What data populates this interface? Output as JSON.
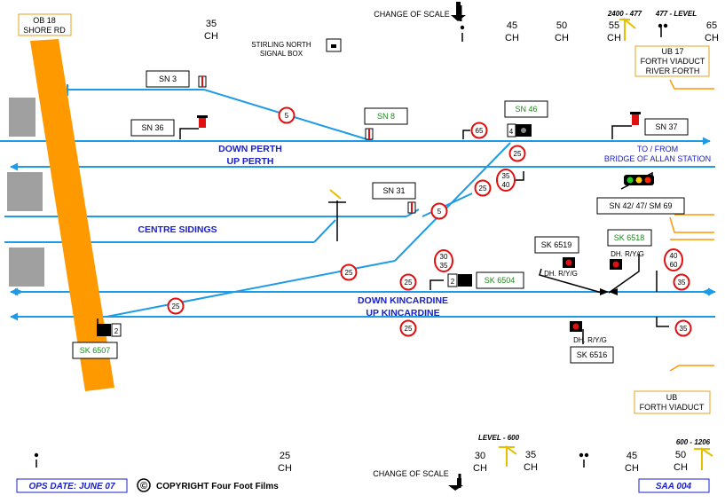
{
  "labels": {
    "ob18_l1": "OB 18",
    "ob18_l2": "SHORE RD",
    "change_scale_top": "CHANGE OF SCALE",
    "change_scale_bottom": "CHANGE OF SCALE",
    "box_l1": "STIRLING NORTH",
    "box_l2": "SIGNAL BOX",
    "level_top_a": "2400 - 477",
    "level_top_b": "477 - LEVEL",
    "ub17_l1": "UB 17",
    "ub17_l2": "FORTH VIADUCT",
    "ub17_l3": "RIVER FORTH",
    "ub_l1": "UB",
    "ub_l2": "FORTH VIADUCT",
    "level_bot_a": "LEVEL - 600",
    "level_bot_b": "600 - 1206",
    "ops_date": "OPS DATE: JUNE 07",
    "copyright_symbol": "©",
    "copyright": "COPYRIGHT Four Foot Films",
    "ref": "SAA 004"
  },
  "chainage": {
    "ch": "CH",
    "t35": "35",
    "t45": "45",
    "t50": "50",
    "t55": "55",
    "t65": "65",
    "b25": "25",
    "b30": "30",
    "b35": "35",
    "b45": "45",
    "b50": "50"
  },
  "lines": {
    "down_perth": "DOWN PERTH",
    "up_perth": "UP PERTH",
    "to_from_l1": "TO / FROM",
    "to_from_l2": "BRIDGE OF ALLAN STATION",
    "centre_sidings": "CENTRE SIDINGS",
    "down_kincardine": "DOWN KINCARDINE",
    "up_kincardine": "UP KINCARDINE"
  },
  "signals": {
    "sn3": "SN 3",
    "sn36": "SN 36",
    "sn8": "SN 8",
    "sn46": "SN 46",
    "sn37": "SN 37",
    "sn31": "SN 31",
    "sn42": "SN 42/ 47/ SM 69",
    "sk6519": "SK 6519",
    "sk6518": "SK 6518",
    "sk6504": "SK 6504",
    "sk6507": "SK 6507",
    "sk6516": "SK 6516",
    "dh_a": "DH. R/Y/G",
    "dh_b": "DH. R/Y/G",
    "dh_c": "DH. R/Y/G",
    "ind4": "4",
    "ind2a": "2",
    "ind2b": "2"
  },
  "speeds": {
    "s5a": "5",
    "s65": "65",
    "s25a": "25",
    "s35a": "35",
    "s40a": "40",
    "s25b": "25",
    "s5b": "5",
    "s25c": "25",
    "s30": "30",
    "s35b": "35",
    "s25d": "25",
    "s25e": "25",
    "s25f": "25",
    "s40b": "40",
    "s60": "60",
    "s35c": "35",
    "s35d": "35"
  },
  "colors": {
    "track": "#1e9be6",
    "label_blue": "#1a20c8",
    "green_text": "#1a8a1a",
    "structure_orange": "#ff9900",
    "structure_border": "#e6a020",
    "speed_red": "#e01010",
    "platform_grey": "#a0a0a0"
  }
}
